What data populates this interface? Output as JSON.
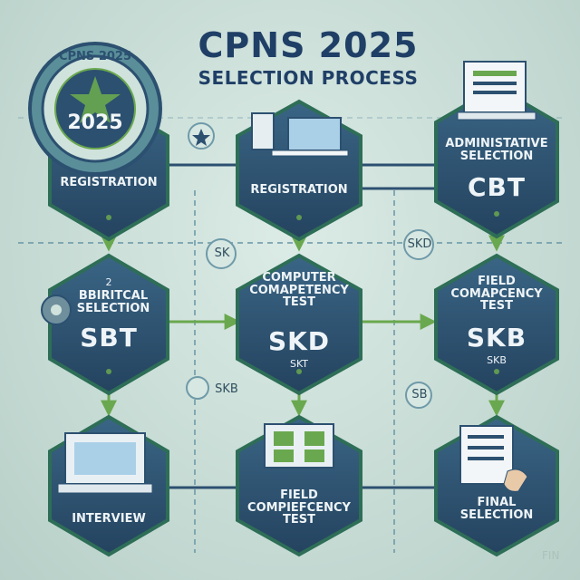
{
  "title": "CPNS 2025",
  "subtitle": "SELECTION PROCESS",
  "seal": {
    "arc_text": "CPNS 2025",
    "year": "2025"
  },
  "nodes": {
    "n1": {
      "lines": [
        "REGISTRATION"
      ]
    },
    "n2": {
      "lines": [
        "REGISTRATION"
      ]
    },
    "n3": {
      "top": "ADMINISTATIVE SELECTION",
      "big": "CBT"
    },
    "n4": {
      "top": "BBIRITCAL SELECTION",
      "big": "SBT",
      "num": "2"
    },
    "n5": {
      "top": "COMPUTER COMAPETENCY TEST",
      "big": "SKD",
      "sub": "SKT"
    },
    "n6": {
      "top": "FIELD COMAPCENCY TEST",
      "big": "SKB",
      "sub": "SKB"
    },
    "n7": {
      "lines": [
        "INTERVIEW"
      ]
    },
    "n8": {
      "lines": [
        "FIELD COMPIEFCENCY TEST"
      ]
    },
    "n9": {
      "lines": [
        "FINAL SELECTION"
      ]
    }
  },
  "badges": {
    "b1": "SK",
    "b2": "SKD",
    "b3": "SKB",
    "b4": "SB"
  },
  "watermark": "FIN",
  "colors": {
    "hex_fill": "#2c5070",
    "hex_stroke": "#2e6e57",
    "accent_green": "#6aa84f",
    "title": "#1f3f66",
    "background": "#c9ded8"
  }
}
